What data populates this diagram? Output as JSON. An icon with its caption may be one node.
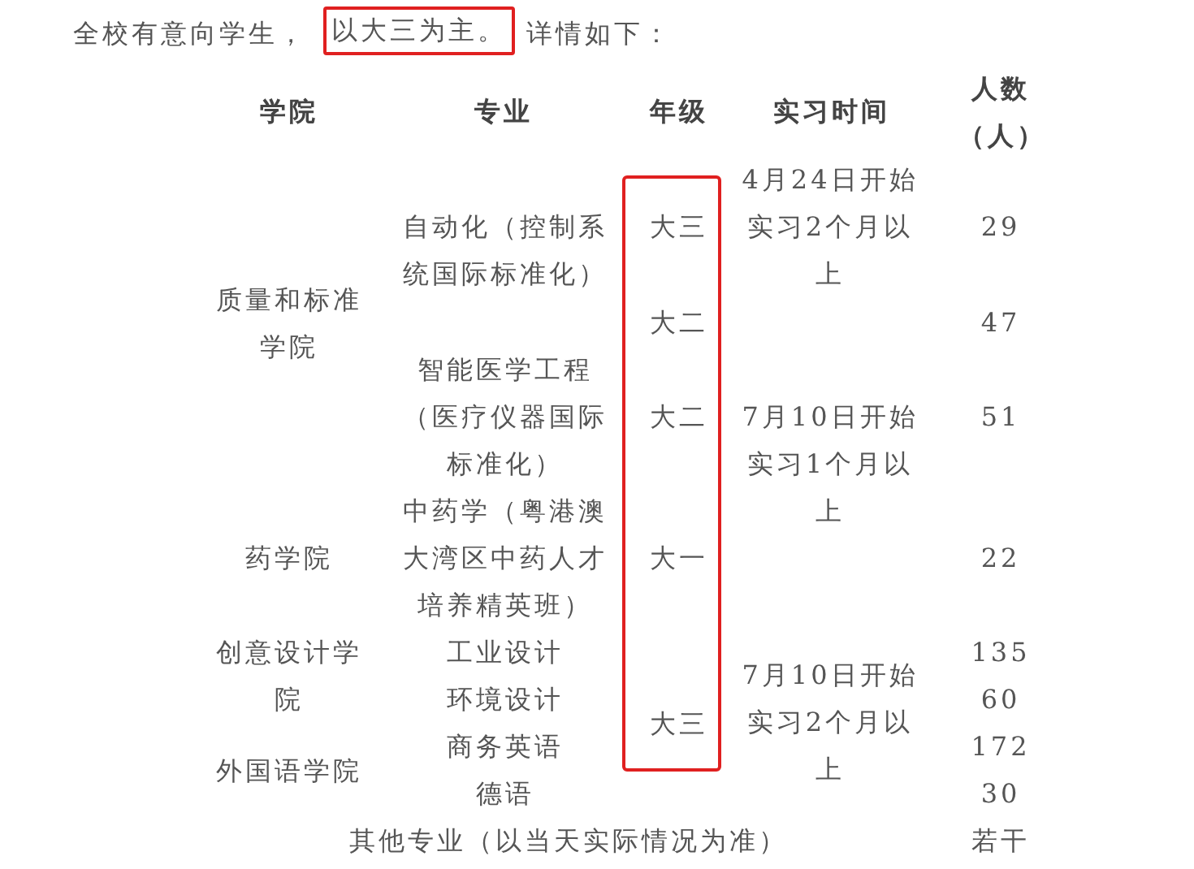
{
  "diagram": {
    "labels": [
      "全校有意向学生，",
      "以大三为主。",
      "详情如下：",
      "学院",
      "专业",
      "年级",
      "实习时间",
      "人数（人）",
      "4月24日开始实习2个月以上",
      "自动化（控制系统国际标准化）",
      "大三",
      "29",
      "质量和标准学院",
      "大二",
      "47",
      "智能医学工程（医疗仪器国际标准化）",
      "大二",
      "7月10日开始实习1个月以上",
      "51",
      "中药学（粤港澳大湾区中药人才培养精英班）",
      "药学院",
      "大一",
      "22",
      "创意设计学院",
      "工业设计",
      "135",
      "7月10日开始实习2个月以上",
      "环境设计",
      "60",
      "大三",
      "外国语学院",
      "商务英语",
      "172",
      "德语",
      "30",
      "其他专业（以当天实际情况为准）",
      "若干"
    ]
  }
}
